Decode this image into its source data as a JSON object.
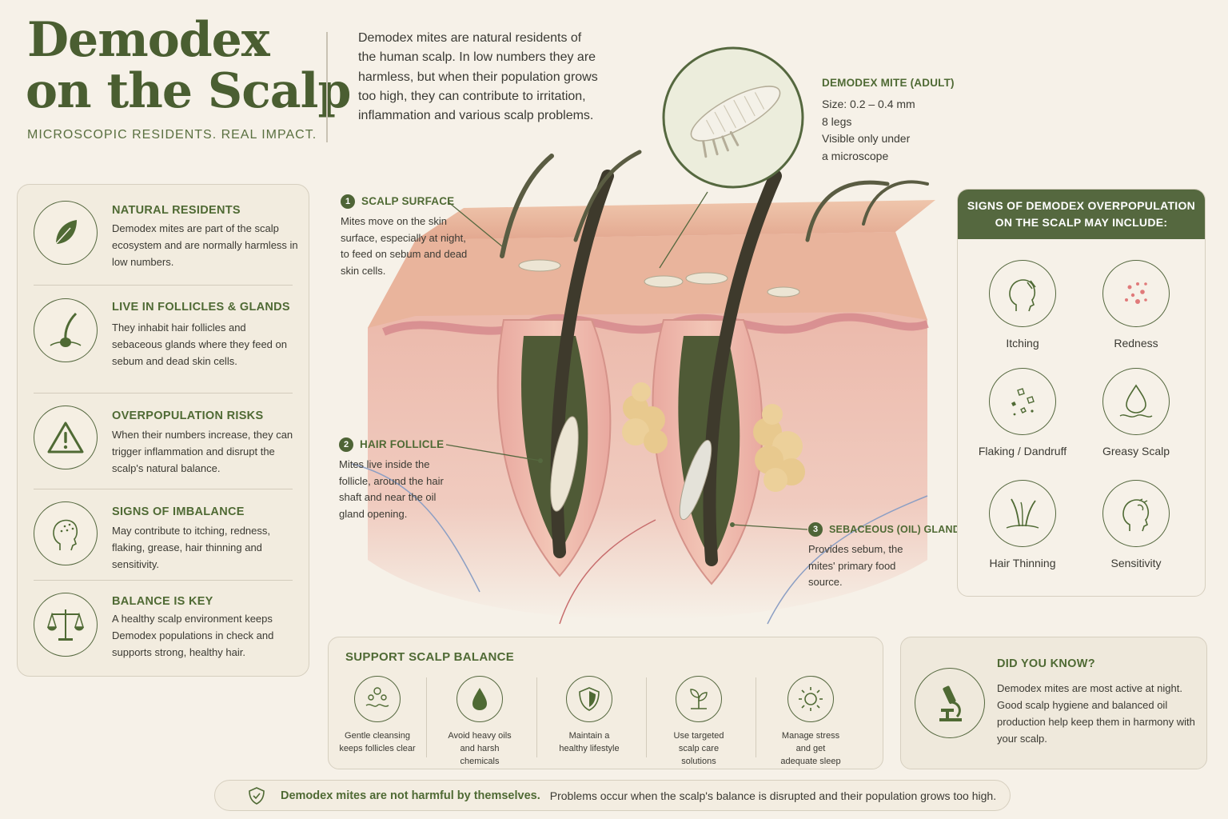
{
  "header": {
    "title_line1": "Demodex",
    "title_line2": "on the Scalp",
    "subtitle": "MICROSCOPIC RESIDENTS. REAL IMPACT.",
    "intro": "Demodex mites are natural residents of the human scalp. In low numbers they are harmless, but when their population grows too high, they can contribute to irritation, inflammation and various scalp problems."
  },
  "left_panel": {
    "items": [
      {
        "icon": "leaf-icon",
        "title": "NATURAL RESIDENTS",
        "text": "Demodex mites are part of the scalp ecosystem and are normally harmless in low numbers."
      },
      {
        "icon": "hair-follicle-icon",
        "title": "LIVE IN FOLLICLES & GLANDS",
        "text": "They inhabit hair follicles and sebaceous glands where they feed on sebum and dead skin cells."
      },
      {
        "icon": "warning-icon",
        "title": "OVERPOPULATION RISKS",
        "text": "When their numbers increase, they can trigger inflammation and disrupt the scalp's natural balance."
      },
      {
        "icon": "head-irritation-icon",
        "title": "SIGNS OF IMBALANCE",
        "text": "May contribute to itching, redness, flaking, grease, hair thinning and sensitivity."
      },
      {
        "icon": "balance-scale-icon",
        "title": "BALANCE IS KEY",
        "text": "A healthy scalp environment keeps Demodex populations in check and supports strong, healthy hair."
      }
    ]
  },
  "diagram": {
    "callouts": [
      {
        "number": "1",
        "title": "SCALP SURFACE",
        "text": "Mites move on the skin surface, especially at night, to feed on sebum and dead skin cells."
      },
      {
        "number": "2",
        "title": "HAIR FOLLICLE",
        "text": "Mites live inside the follicle, around the hair shaft and near the oil gland opening."
      },
      {
        "number": "3",
        "title": "SEBACEOUS (OIL) GLAND",
        "text": "Provides sebum, the mites' primary food source."
      }
    ],
    "mite": {
      "title": "DEMODEX MITE (ADULT)",
      "facts": [
        "Size: 0.2 – 0.4 mm",
        "8 legs",
        "Visible only under",
        "a microscope"
      ]
    }
  },
  "signs": {
    "header_line1": "SIGNS OF DEMODEX OVERPOPULATION",
    "header_line2": "ON THE SCALP MAY INCLUDE:",
    "items": [
      {
        "icon": "itching-head-icon",
        "label": "Itching"
      },
      {
        "icon": "redness-dots-icon",
        "label": "Redness"
      },
      {
        "icon": "flakes-icon",
        "label": "Flaking / Dandruff"
      },
      {
        "icon": "oil-drop-icon",
        "label": "Greasy Scalp"
      },
      {
        "icon": "thinning-hair-icon",
        "label": "Hair Thinning"
      },
      {
        "icon": "sensitive-head-icon",
        "label": "Sensitivity"
      }
    ]
  },
  "support": {
    "title": "SUPPORT SCALP BALANCE",
    "items": [
      {
        "icon": "cleansing-bubbles-icon",
        "line1": "Gentle cleansing",
        "line2": "keeps follicles clear",
        "line3": ""
      },
      {
        "icon": "drop-icon",
        "line1": "Avoid heavy oils",
        "line2": "and harsh",
        "line3": "chemicals"
      },
      {
        "icon": "shield-icon",
        "line1": "Maintain a",
        "line2": "healthy lifestyle",
        "line3": ""
      },
      {
        "icon": "plant-icon",
        "line1": "Use targeted",
        "line2": "scalp care",
        "line3": "solutions"
      },
      {
        "icon": "sun-icon",
        "line1": "Manage stress",
        "line2": "and get",
        "line3": "adequate sleep"
      }
    ]
  },
  "did_you_know": {
    "title": "DID YOU KNOW?",
    "text": "Demodex mites are most active at night. Good scalp hygiene and balanced oil production help keep them in harmony with your scalp."
  },
  "footer": {
    "bold": "Demodex mites are not harmful by themselves.",
    "text": "Problems occur when the scalp's balance is disrupted and their population grows too high."
  },
  "colors": {
    "accent_green": "#55683f",
    "background": "#f6f1e8",
    "skin": "#e8b6a3",
    "sebum": "#e8c98e"
  }
}
